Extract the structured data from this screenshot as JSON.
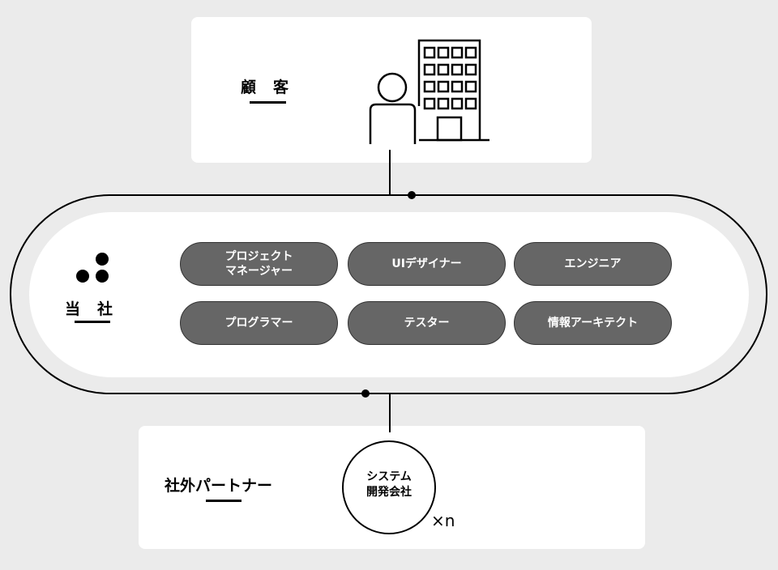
{
  "customer": {
    "label": "顧　客",
    "icons": [
      "person-icon",
      "building-icon"
    ]
  },
  "company": {
    "label": "当　社",
    "roles": [
      "プロジェクト\nマネージャー",
      "UIデザイナー",
      "エンジニア",
      "プログラマー",
      "テスター",
      "情報アーキテクト"
    ]
  },
  "partners": {
    "label": "社外パートナー",
    "circle": "システム\n開発会社",
    "multiplier": "×n"
  }
}
